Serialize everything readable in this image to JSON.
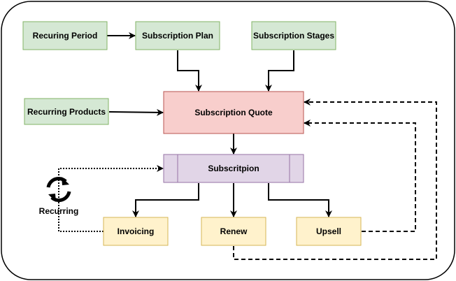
{
  "diagram": {
    "nodes": {
      "recurring_period": {
        "label": "Recuring Period",
        "fill": "#d5e8d4",
        "stroke": "#82b366"
      },
      "subscription_plan": {
        "label": "Subscription Plan",
        "fill": "#d5e8d4",
        "stroke": "#82b366"
      },
      "subscription_stages": {
        "label": "Subscription Stages",
        "fill": "#d5e8d4",
        "stroke": "#82b366"
      },
      "recurring_products": {
        "label": "Recurring Products",
        "fill": "#d5e8d4",
        "stroke": "#82b366"
      },
      "subscription_quote": {
        "label": "Subscription Quote",
        "fill": "#f8cecc",
        "stroke": "#b85450"
      },
      "subscription": {
        "label": "Subscritpion",
        "fill": "#e1d5e7",
        "stroke": "#9673a6"
      },
      "invoicing": {
        "label": "Invoicing",
        "fill": "#fff2cc",
        "stroke": "#d6b656"
      },
      "renew": {
        "label": "Renew",
        "fill": "#fff2cc",
        "stroke": "#d6b656"
      },
      "upsell": {
        "label": "Upsell",
        "fill": "#fff2cc",
        "stroke": "#d6b656"
      }
    },
    "recurring_icon": {
      "icon": "refresh-cycle-icon",
      "label": "Recurring"
    },
    "edges": [
      {
        "from": "Recuring Period",
        "to": "Subscription Plan",
        "style": "solid"
      },
      {
        "from": "Subscription Plan",
        "to": "Subscription Quote",
        "style": "solid"
      },
      {
        "from": "Subscription Stages",
        "to": "Subscription Quote",
        "style": "solid"
      },
      {
        "from": "Recurring Products",
        "to": "Subscription Quote",
        "style": "solid"
      },
      {
        "from": "Subscription Quote",
        "to": "Subscritpion",
        "style": "solid"
      },
      {
        "from": "Subscritpion",
        "to": "Invoicing",
        "style": "solid"
      },
      {
        "from": "Subscritpion",
        "to": "Renew",
        "style": "solid"
      },
      {
        "from": "Subscritpion",
        "to": "Upsell",
        "style": "solid"
      },
      {
        "from": "Invoicing",
        "to": "Subscritpion",
        "style": "dotted"
      },
      {
        "from": "Upsell",
        "to": "Subscription Quote",
        "style": "dashed"
      },
      {
        "from": "Renew",
        "to": "Subscription Quote",
        "style": "dashed"
      }
    ]
  }
}
